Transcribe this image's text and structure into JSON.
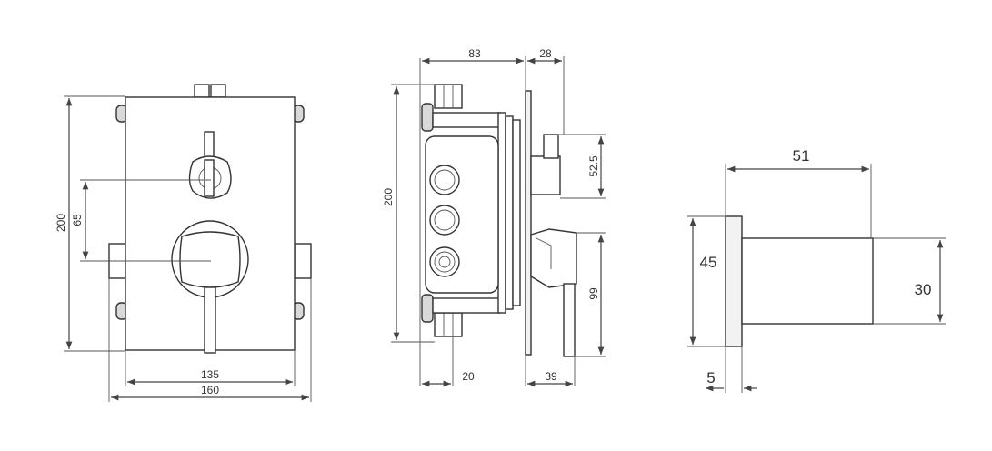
{
  "front_view": {
    "dim_height": "200",
    "dim_handle_spacing": "65",
    "dim_plate_width": "135",
    "dim_overall_width": "160"
  },
  "side_view": {
    "dim_body_depth": "83",
    "dim_spindle_length": "28",
    "dim_height": "200",
    "dim_spindle_offset": "52.5",
    "dim_lever_height": "99",
    "dim_connector": "20",
    "dim_lever_projection": "39"
  },
  "spout_view": {
    "dim_length": "51",
    "dim_flange_height": "45",
    "dim_body_height": "30",
    "dim_flange_thickness": "5"
  }
}
